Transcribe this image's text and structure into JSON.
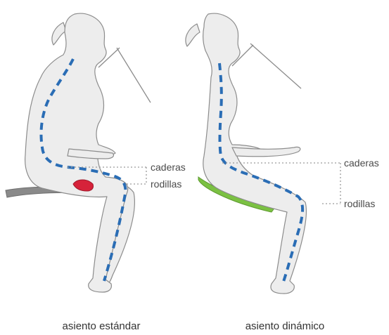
{
  "left_figure": {
    "caption": "asiento estándar",
    "hip_label": "caderas",
    "knee_label": "rodillas",
    "seat_color": "#8a8a8a",
    "pressure_color": "#d6223a"
  },
  "right_figure": {
    "caption": "asiento dinámico",
    "hip_label": "caderas",
    "knee_label": "rodillas",
    "seat_color": "#7bc142"
  },
  "colors": {
    "body_fill": "#ededed",
    "body_outline": "#8c8c8c",
    "spine_line": "#2a6db5",
    "guide_line": "#9a9a9a"
  }
}
